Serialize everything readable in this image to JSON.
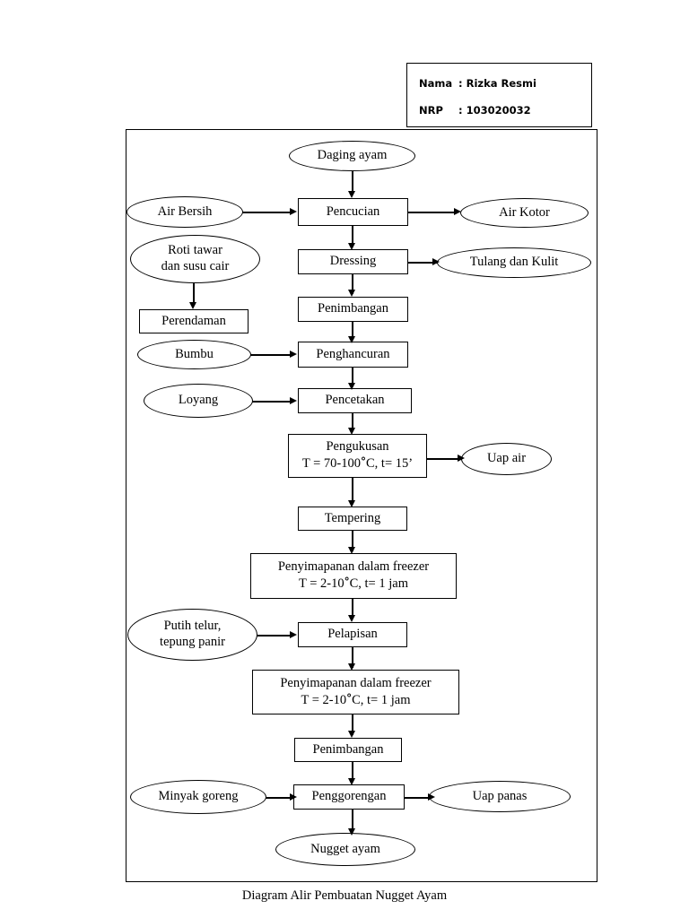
{
  "header": {
    "name_label": "Nama",
    "name_sep": ": Rizka Resmi",
    "nrp_label": "NRP",
    "nrp_sep": ": 103020032"
  },
  "caption": "Diagram Alir Pembuatan Nugget Ayam",
  "diagram": {
    "title": "Diagram Alir Pembuatan Nugget Ayam",
    "type": "process-flowchart",
    "nodes": [
      {
        "id": "daging-ayam",
        "shape": "ellipse",
        "label": "Daging ayam"
      },
      {
        "id": "air-bersih",
        "shape": "ellipse",
        "label": "Air Bersih"
      },
      {
        "id": "pencucian",
        "shape": "rectangle",
        "label": "Pencucian"
      },
      {
        "id": "air-kotor",
        "shape": "ellipse",
        "label": "Air Kotor"
      },
      {
        "id": "roti-tawar",
        "shape": "ellipse",
        "label_line1": "Roti tawar",
        "label_line2": "dan susu cair"
      },
      {
        "id": "dressing",
        "shape": "rectangle",
        "label": "Dressing"
      },
      {
        "id": "tulang-dan-kulit",
        "shape": "ellipse",
        "label": "Tulang dan Kulit"
      },
      {
        "id": "perendaman",
        "shape": "rectangle",
        "label": "Perendaman"
      },
      {
        "id": "penimbangan-1",
        "shape": "rectangle",
        "label": "Penimbangan"
      },
      {
        "id": "bumbu",
        "shape": "ellipse",
        "label": "Bumbu"
      },
      {
        "id": "penghancuran",
        "shape": "rectangle",
        "label": "Penghancuran"
      },
      {
        "id": "loyang",
        "shape": "ellipse",
        "label": "Loyang"
      },
      {
        "id": "pencetakan",
        "shape": "rectangle",
        "label": "Pencetakan"
      },
      {
        "id": "pengukusan",
        "shape": "rectangle",
        "label_line1": "Pengukusan",
        "label_line2_a": "T = 70-100",
        "label_line2_b": "C, t= 15’"
      },
      {
        "id": "uap-air",
        "shape": "ellipse",
        "label": "Uap air"
      },
      {
        "id": "tempering",
        "shape": "rectangle",
        "label": "Tempering"
      },
      {
        "id": "freezer-1",
        "shape": "rectangle",
        "label_line1": "Penyimapanan dalam freezer",
        "label_line2_a": "T = 2-10",
        "label_line2_b": "C, t= 1 jam"
      },
      {
        "id": "putih-telur",
        "shape": "ellipse",
        "label_line1": "Putih telur,",
        "label_line2": "tepung panir"
      },
      {
        "id": "pelapisan",
        "shape": "rectangle",
        "label": "Pelapisan"
      },
      {
        "id": "freezer-2",
        "shape": "rectangle",
        "label_line1": "Penyimapanan dalam freezer",
        "label_line2_a": "T = 2-10",
        "label_line2_b": "C, t= 1 jam"
      },
      {
        "id": "penimbangan-2",
        "shape": "rectangle",
        "label": "Penimbangan"
      },
      {
        "id": "minyak-goreng",
        "shape": "ellipse",
        "label": "Minyak goreng"
      },
      {
        "id": "penggorengan",
        "shape": "rectangle",
        "label": "Penggorengan"
      },
      {
        "id": "uap-panas",
        "shape": "ellipse",
        "label": "Uap panas"
      },
      {
        "id": "nugget-ayam",
        "shape": "ellipse",
        "label": "Nugget ayam"
      }
    ],
    "degree_symbol": "°"
  },
  "labels": {
    "daging_ayam": "Daging ayam",
    "air_bersih": "Air Bersih",
    "pencucian": "Pencucian",
    "air_kotor": "Air Kotor",
    "roti_tawar_l1": "Roti tawar",
    "roti_tawar_l2": "dan susu cair",
    "dressing": "Dressing",
    "tulang_kulit": "Tulang dan Kulit",
    "perendaman": "Perendaman",
    "penimbangan_1": "Penimbangan",
    "bumbu": "Bumbu",
    "penghancuran": "Penghancuran",
    "loyang": "Loyang",
    "pencetakan": "Pencetakan",
    "pengukusan_l1": "Pengukusan",
    "pengukusan_l2a": "T = 70-100",
    "pengukusan_deg": "°",
    "pengukusan_l2b": "C, t= 15’",
    "uap_air": "Uap air",
    "tempering": "Tempering",
    "freezer1_l1": "Penyimapanan dalam freezer",
    "freezer1_l2a": "T = 2-10",
    "freezer1_deg": "°",
    "freezer1_l2b": "C, t= 1 jam",
    "putih_telur_l1": "Putih telur,",
    "putih_telur_l2": "tepung panir",
    "pelapisan": "Pelapisan",
    "freezer2_l1": "Penyimapanan dalam freezer",
    "freezer2_l2a": "T = 2-10",
    "freezer2_deg": "°",
    "freezer2_l2b": "C, t= 1 jam",
    "penimbangan_2": "Penimbangan",
    "minyak_goreng": "Minyak goreng",
    "penggorengan": "Penggorengan",
    "uap_panas": "Uap panas",
    "nugget_ayam": "Nugget ayam"
  }
}
